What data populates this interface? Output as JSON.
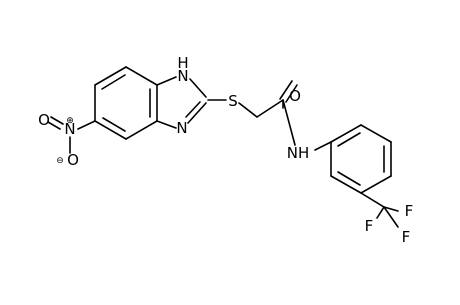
{
  "molecule": {
    "atoms": {
      "nitro_o_top": "O",
      "nitro_n": "N",
      "nitro_n_charge": "⊕",
      "nitro_o_bottom": "O",
      "nitro_o_charge": "⊖",
      "imidazole_nh": "H",
      "imidazole_nh_n": "N",
      "imidazole_n": "N",
      "thioether_s": "S",
      "carbonyl_o": "O",
      "amide_nh": "NH",
      "cf3_f_left": "F",
      "cf3_f_right": "F",
      "cf3_f_bottom": "F"
    }
  }
}
